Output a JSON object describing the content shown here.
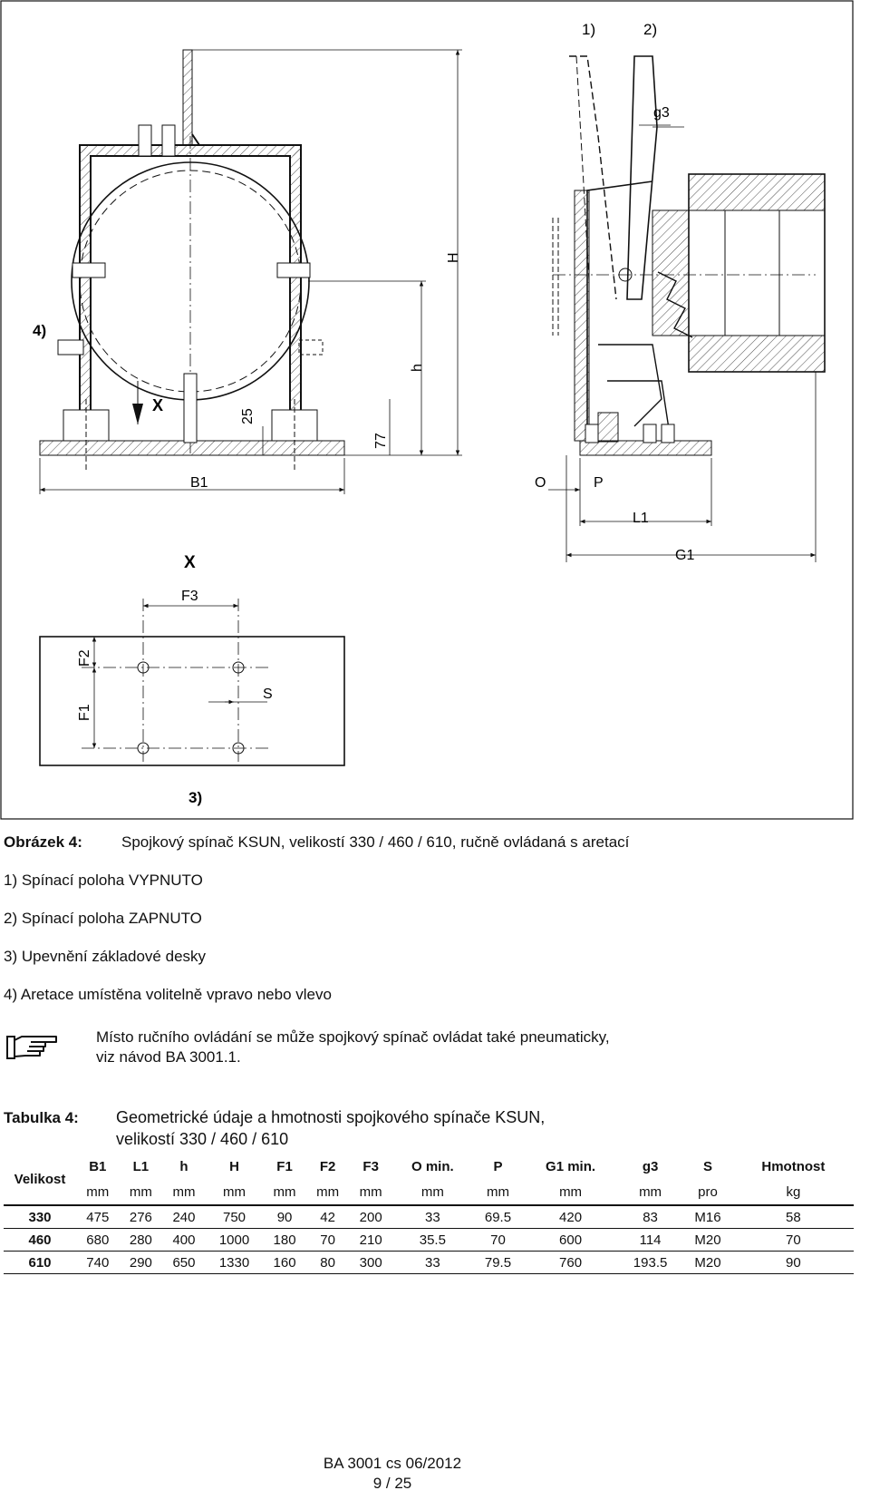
{
  "drawing": {
    "markers": {
      "m1": "1)",
      "m2": "2)",
      "m3": "3)",
      "m4": "4)"
    },
    "dims": {
      "H": "H",
      "h": "h",
      "d25": "25",
      "d77": "77",
      "X": "X",
      "B1": "B1",
      "O": "O",
      "P": "P",
      "L1": "L1",
      "G1": "G1",
      "g3": "g3",
      "F1": "F1",
      "F2": "F2",
      "F3": "F3",
      "S": "S"
    },
    "detail_title": "X"
  },
  "caption": {
    "label": "Obrázek 4:",
    "text": "Spojkový spínač KSUN, velikostí 330 / 460 / 610, ručně ovládaná s aretací"
  },
  "items": [
    "1) Spínací poloha VYPNUTO",
    "2) Spínací poloha ZAPNUTO",
    "3) Upevnění základové desky",
    "4) Aretace umístěna volitelně vpravo nebo vlevo"
  ],
  "note": {
    "icon": "pointing-hand-icon",
    "line1": "Místo ručního ovládání se může spojkový spínač ovládat také pneumaticky,",
    "line2": "viz návod BA 3001.1."
  },
  "table": {
    "label": "Tabulka 4:",
    "title_line1": "Geometrické údaje a hmotnosti spojkového spínače KSUN,",
    "title_line2": "velikostí 330 / 460 / 610",
    "row_header": "Velikost",
    "columns": [
      "B1",
      "L1",
      "h",
      "H",
      "F1",
      "F2",
      "F3",
      "O min.",
      "P",
      "G1 min.",
      "g3",
      "S",
      "Hmotnost"
    ],
    "units": [
      "mm",
      "mm",
      "mm",
      "mm",
      "mm",
      "mm",
      "mm",
      "mm",
      "mm",
      "mm",
      "mm",
      "pro",
      "kg"
    ],
    "rows": [
      {
        "size": "330",
        "values": [
          "475",
          "276",
          "240",
          "750",
          "90",
          "42",
          "200",
          "33",
          "69.5",
          "420",
          "83",
          "M16",
          "58"
        ]
      },
      {
        "size": "460",
        "values": [
          "680",
          "280",
          "400",
          "1000",
          "180",
          "70",
          "210",
          "35.5",
          "70",
          "600",
          "114",
          "M20",
          "70"
        ]
      },
      {
        "size": "610",
        "values": [
          "740",
          "290",
          "650",
          "1330",
          "160",
          "80",
          "300",
          "33",
          "79.5",
          "760",
          "193.5",
          "M20",
          "90"
        ]
      }
    ]
  },
  "footer": {
    "doc": "BA 3001 cs 06/2012",
    "page": "9 / 25"
  }
}
